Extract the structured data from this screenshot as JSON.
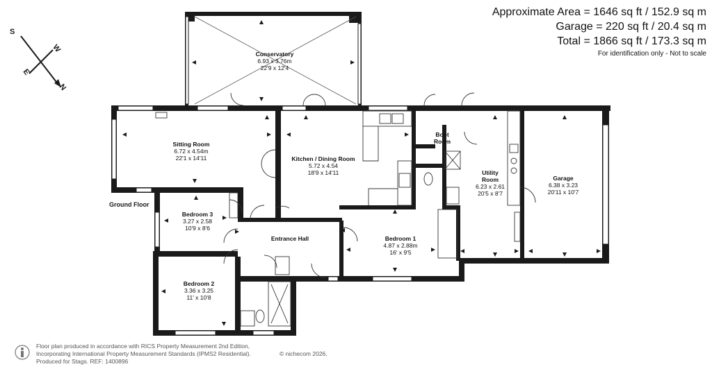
{
  "areas": {
    "line1": "Approximate Area = 1646 sq ft / 152.9 sq m",
    "line2": "Garage = 220 sq ft / 20.4 sq m",
    "line3": "Total = 1866 sq ft / 173.3 sq m",
    "note": "For identification only - Not to scale"
  },
  "compass": {
    "s": "S",
    "w": "W",
    "e": "E",
    "n": "N"
  },
  "floor_label": "Ground Floor",
  "rooms": {
    "conservatory": {
      "name": "Conservatory",
      "metric": "6.93 x 3.76m",
      "imperial": "22'9 x 12'4"
    },
    "sitting": {
      "name": "Sitting Room",
      "metric": "6.72 x 4.54m",
      "imperial": "22'1 x 14'11"
    },
    "kitchen": {
      "name": "Kitchen / Dining Room",
      "metric": "5.72 x 4.54",
      "imperial": "18'9 x 14'11"
    },
    "boot": {
      "name1": "Boot",
      "name2": "Room"
    },
    "utility": {
      "name1": "Utility",
      "name2": "Room",
      "metric": "6.23 x 2.61",
      "imperial": "20'5 x 8'7"
    },
    "garage": {
      "name": "Garage",
      "metric": "6.38 x 3.23",
      "imperial": "20'11 x 10'7"
    },
    "bed3": {
      "name": "Bedroom 3",
      "metric": "3.27 x 2.58",
      "imperial": "10'9 x 8'6"
    },
    "hall": {
      "name": "Entrance Hall"
    },
    "bed1": {
      "name": "Bedroom 1",
      "metric": "4.87 x 2.88m",
      "imperial": "16' x 9'5"
    },
    "bed2": {
      "name": "Bedroom 2",
      "metric": "3.36 x 3.25",
      "imperial": "11' x 10'8"
    }
  },
  "footer": {
    "line1": "Floor plan produced in accordance with RICS Property Measurement 2nd Edition,",
    "line2": "Incorporating International Property Measurement Standards (IPMS2 Residential).",
    "line3": "Produced for Stags.   REF: 1400896",
    "copyright": "© nichecom 2026."
  },
  "colors": {
    "wall": "#1a1a1a",
    "line": "#333333",
    "text": "#111111",
    "footer": "#555555"
  }
}
